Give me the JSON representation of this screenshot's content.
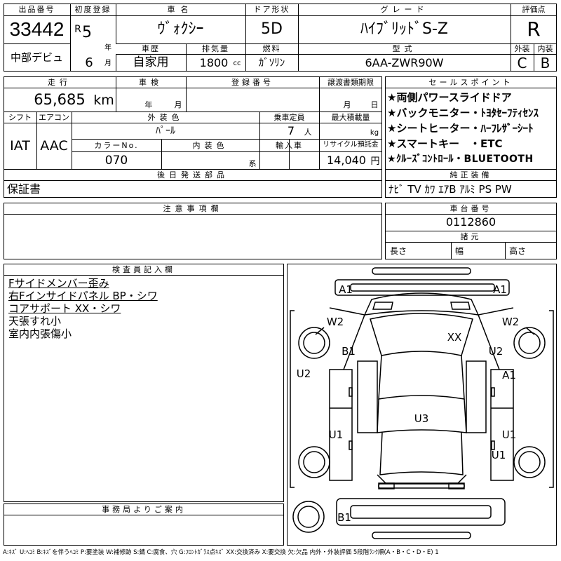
{
  "header": {
    "lot_no_label": "出品番号",
    "lot_no": "33442",
    "debut_label": "中部デビュ",
    "first_reg_label": "初度登録",
    "era": "R",
    "reg_year": "5",
    "year_unit": "年",
    "reg_month": "6",
    "month_unit": "月",
    "car_name_label": "車名",
    "car_name": "ｳﾞｫｸｼｰ",
    "history_label": "車歴",
    "history": "自家用",
    "displacement_label": "排気量",
    "displacement": "1800",
    "displacement_unit": "cc",
    "door_label": "ドア形状",
    "door": "5D",
    "fuel_label": "燃料",
    "fuel": "ｶﾞｿﾘﾝ",
    "grade_label": "グレード",
    "grade": "ﾊｲﾌﾞﾘｯﾄﾞS-Z",
    "model_label": "型式",
    "model": "6AA-ZWR90W",
    "score_label": "評価点",
    "score": "R",
    "exterior_label": "外装",
    "exterior": "C",
    "interior_label": "内装",
    "interior": "B"
  },
  "info": {
    "mileage_label": "走行",
    "mileage": "65,685",
    "mileage_unit": "km",
    "inspection_label": "車検",
    "inspection_year_unit": "年",
    "inspection_month_unit": "月",
    "reg_number_label": "登録番号",
    "transfer_label": "譲渡書類期限",
    "transfer_month_unit": "月",
    "transfer_day_unit": "日",
    "shift_label": "シフト",
    "shift": "IAT",
    "ac_label": "エアコン",
    "ac": "AAC",
    "color_label": "外装色",
    "color": "ﾊﾟｰﾙ",
    "capacity_label": "乗車定員",
    "capacity": "7",
    "capacity_unit": "人",
    "load_label": "最大積載量",
    "load_unit": "kg",
    "color_no_label": "カラーNo.",
    "color_no": "070",
    "int_color_label": "内装色",
    "int_color_unit": "系",
    "import_label": "輸入車",
    "recycle_label": "リサイクル預託金",
    "recycle": "14,040",
    "recycle_unit": "円",
    "later_parts_label": "後日発送部品",
    "later_parts": "保証書",
    "notes_label": "注意事項欄"
  },
  "sales": {
    "label": "セールスポイント",
    "points": [
      "★両側パワースライドドア",
      "★バックモニター・ﾄﾖﾀｾｰﾌﾃｨｾﾝｽ",
      "★シートヒーター・ﾊｰﾌﾚｻﾞｰｼｰﾄ",
      "★スマートキー　・ETC",
      "★ｸﾙｰｽﾞｺﾝﾄﾛｰﾙ・BLUETOOTH"
    ],
    "equipment_label": "純正装備",
    "equipment": "ﾅﾋﾞ TV ｶﾜ ｴｱB ｱﾙﾐ PS PW",
    "chassis_label": "車台番号",
    "chassis": "0112860",
    "dims_label": "諸元",
    "length_label": "長さ",
    "width_label": "幅",
    "height_label": "高さ"
  },
  "inspector": {
    "label": "検査員記入欄",
    "lines": [
      "Fサイドメンバー歪み",
      "右Fインサイドパネル BP・シワ",
      "コアサポート XX・シワ",
      "天張すれ小",
      "室内内張傷小"
    ]
  },
  "office": {
    "label": "事務局よりご案内"
  },
  "diagram": {
    "marks": [
      "A1",
      "A1",
      "W2",
      "W2",
      "XX",
      "B1",
      "U2",
      "U2",
      "A1",
      "U3",
      "U1",
      "U1",
      "U1",
      "B1"
    ]
  },
  "legend": "A:ｷｽﾞ U:ﾍｺﾐ B:ｷｽﾞを伴うﾍｺﾐ P:要塗装 W:補修跡 S:錆 C:腐食、穴 G:ﾌﾛﾝﾄｶﾞﾗｽ点ｷｽﾞ XX:交換済み X:要交換 欠:欠品 内外・外装評価 5段階ﾗﾝｸ順(A・B・C・D・E) 1"
}
